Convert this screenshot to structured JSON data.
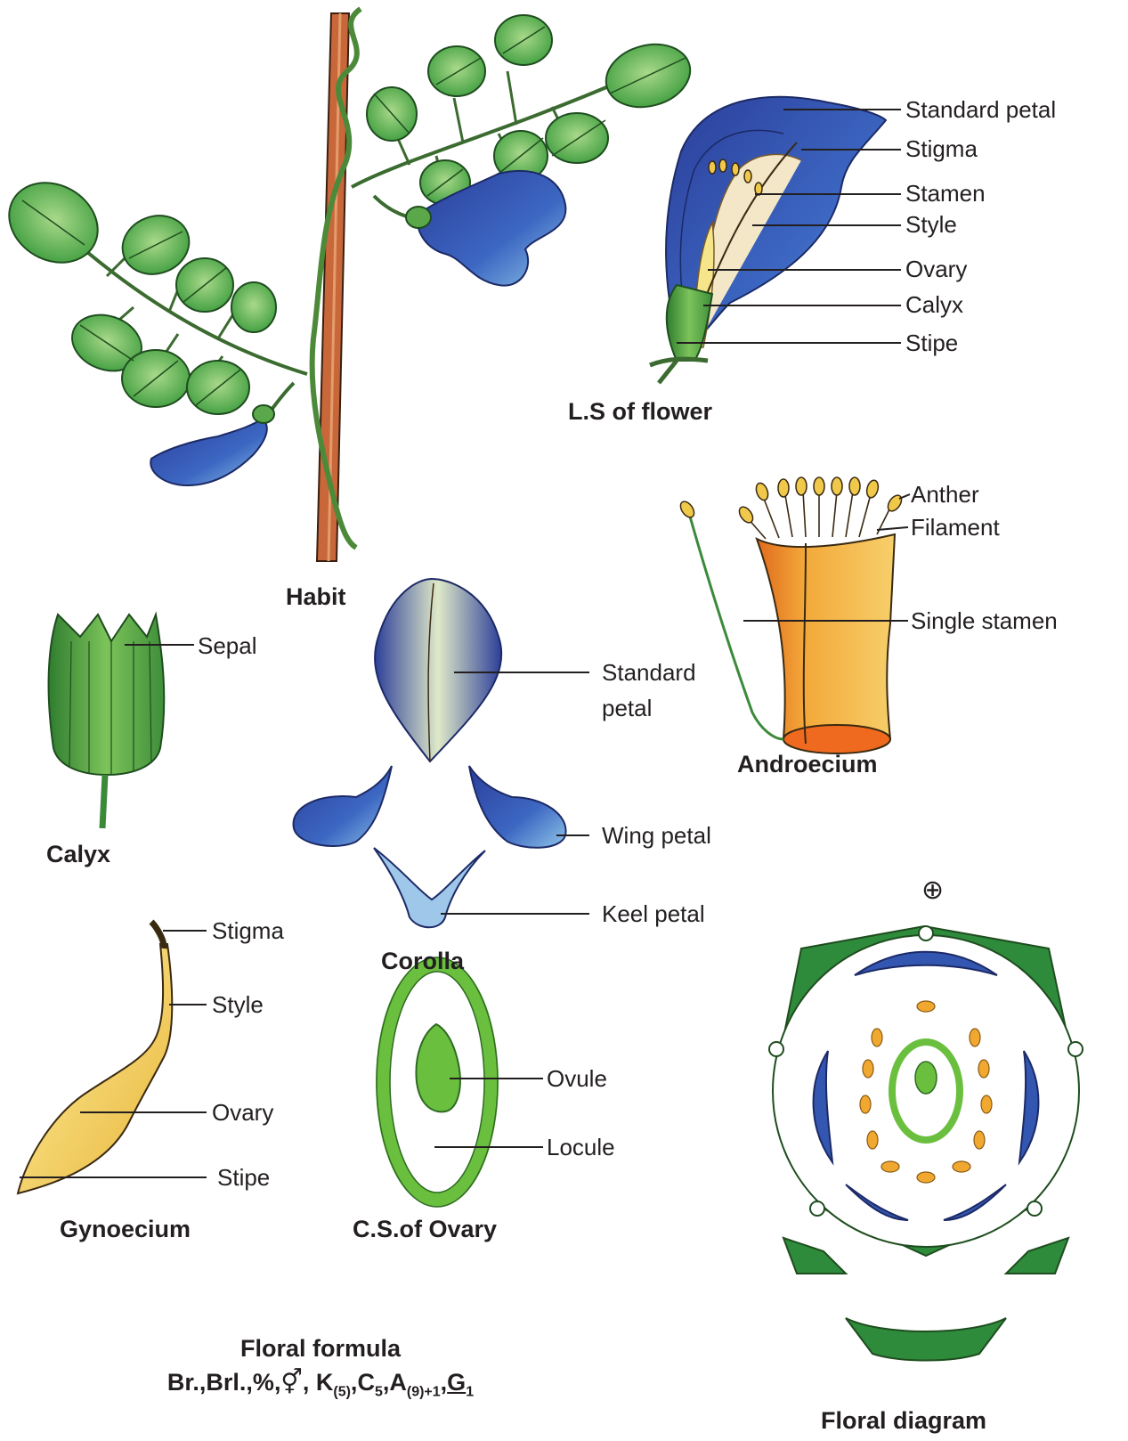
{
  "labels": {
    "standard_petal_ls": "Standard petal",
    "stigma_ls": "Stigma",
    "stamen_ls": "Stamen",
    "style_ls": "Style",
    "ovary_ls": "Ovary",
    "calyx_ls": "Calyx",
    "stipe_ls": "Stipe",
    "anther": "Anther",
    "filament": "Filament",
    "single_stamen": "Single stamen",
    "sepal": "Sepal",
    "standard_petal_1": "Standard",
    "standard_petal_2": "petal",
    "wing_petal": "Wing petal",
    "keel_petal": "Keel petal",
    "stigma_g": "Stigma",
    "style_g": "Style",
    "ovary_g": "Ovary",
    "stipe_g": "Stipe",
    "ovule": "Ovule",
    "locule": "Locule"
  },
  "captions": {
    "habit": "Habit",
    "ls_flower": "L.S of flower",
    "androecium": "Androecium",
    "calyx": "Calyx",
    "corolla": "Corolla",
    "gynoecium": "Gynoecium",
    "cs_ovary": "C.S.of Ovary",
    "floral_diagram": "Floral diagram"
  },
  "floral_formula": {
    "title": "Floral formula",
    "prefix": "Br.,Brl.,%,",
    "sex_symbol": "⚥",
    "k": "K",
    "k_sub": "(5)",
    "c": "C",
    "c_sub": "5",
    "a": "A",
    "a_sub": "(9)+1",
    "g": "G",
    "g_sub": "1"
  },
  "floral_diagram_symbol": "⊕",
  "colors": {
    "leaf": "#4cae4c",
    "stem": "#c8683a",
    "petal_blue": "#2e4fa8",
    "gynoecium_yellow": "#f4d35e",
    "androecium_orange": "#e8a33a",
    "diagram_green": "#2e8b3c"
  }
}
